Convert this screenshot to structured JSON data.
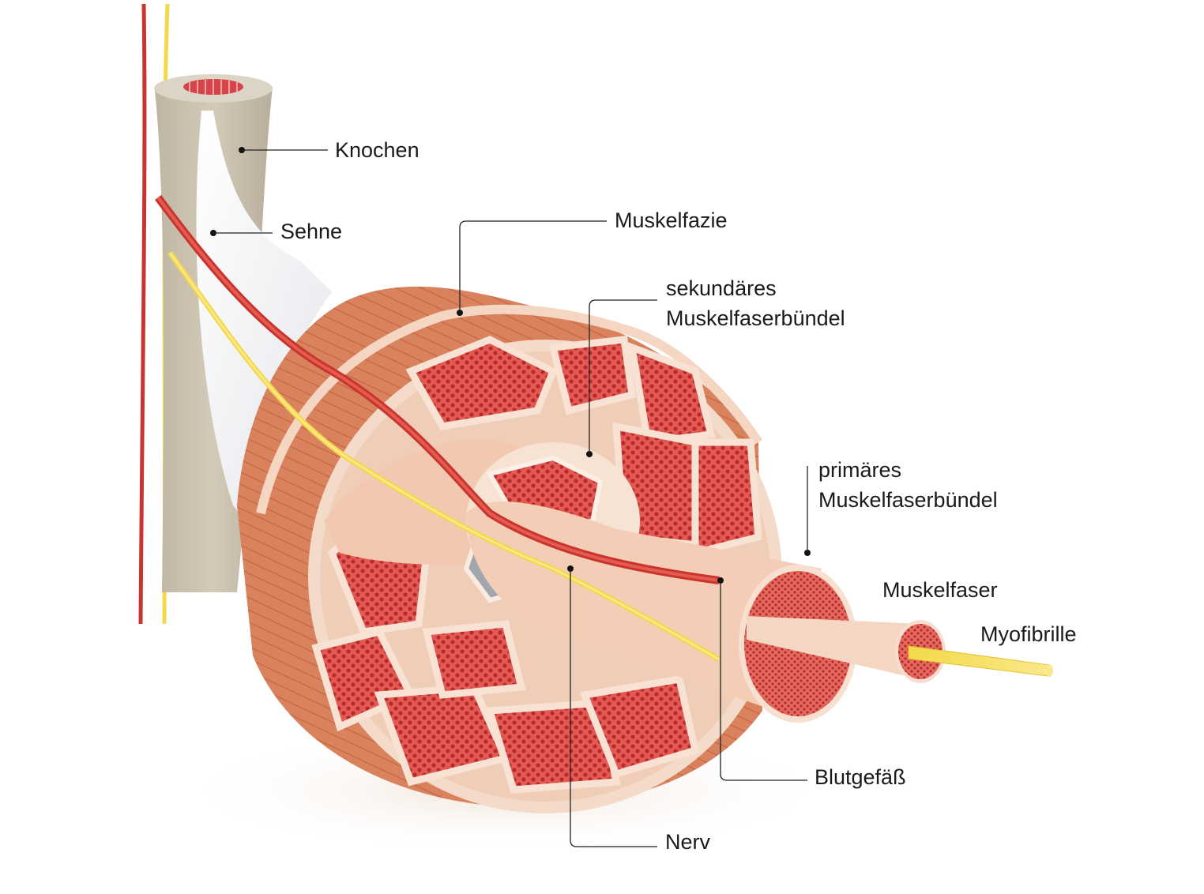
{
  "labels": {
    "knochen": "Knochen",
    "sehne": "Sehne",
    "muskelfazie": "Muskelfazie",
    "sekundaeres_line1": "sekundäres",
    "sekundaeres_line2": "Muskelfaserbündel",
    "primaeres_line1": "primäres",
    "primaeres_line2": "Muskelfaserbündel",
    "muskelfaser": "Muskelfaser",
    "myofibrille": "Myofibrille",
    "blutgefaess": "Blutgefäß",
    "nerv": "Nerv"
  },
  "colors": {
    "bone": "#c9bfae",
    "bone_inner": "#d8434a",
    "muscle_outer": "#d97a55",
    "muscle_fiber": "#e8a07c",
    "fascia": "#f3d3bd",
    "fascicle_fill": "#d84a45",
    "fascicle_dot": "#b22b2e",
    "vessel": "#cc3b32",
    "nerve": "#f2df5a",
    "tendon": "#eef0f3"
  }
}
